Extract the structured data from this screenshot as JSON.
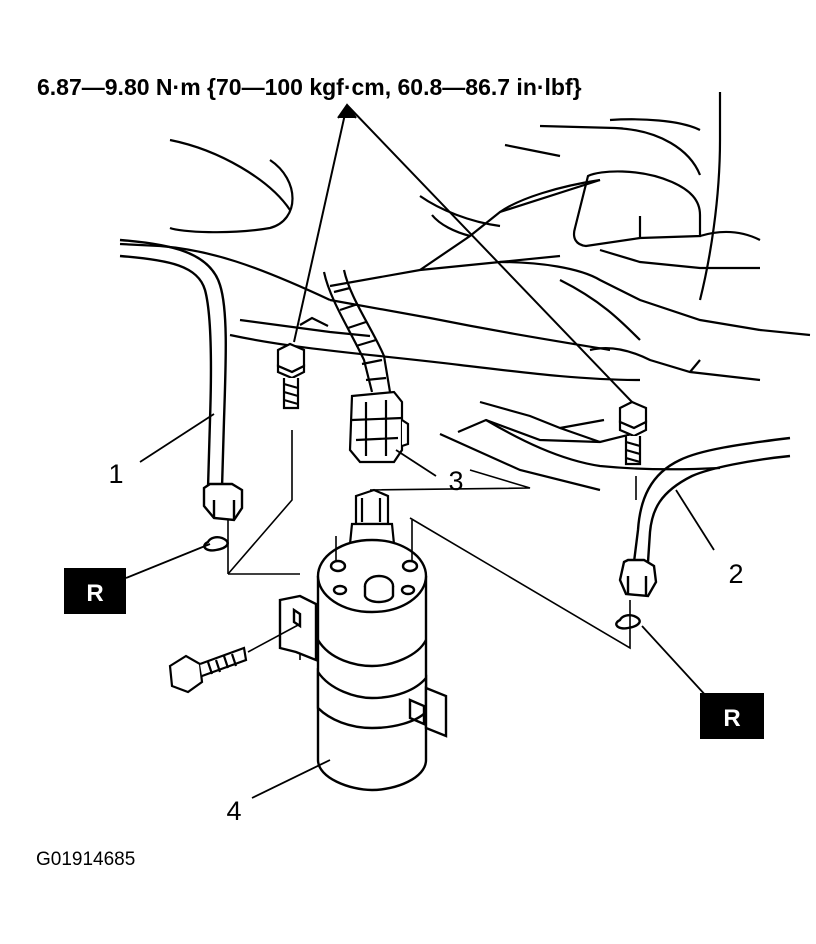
{
  "torque_spec": "6.87—9.80 N·m {70—100 kgf·cm, 60.8—86.7 in·lbf}",
  "figure_id": "G01914685",
  "callouts": [
    "1",
    "2",
    "3",
    "4"
  ],
  "replace_marks": [
    "R",
    "R"
  ]
}
